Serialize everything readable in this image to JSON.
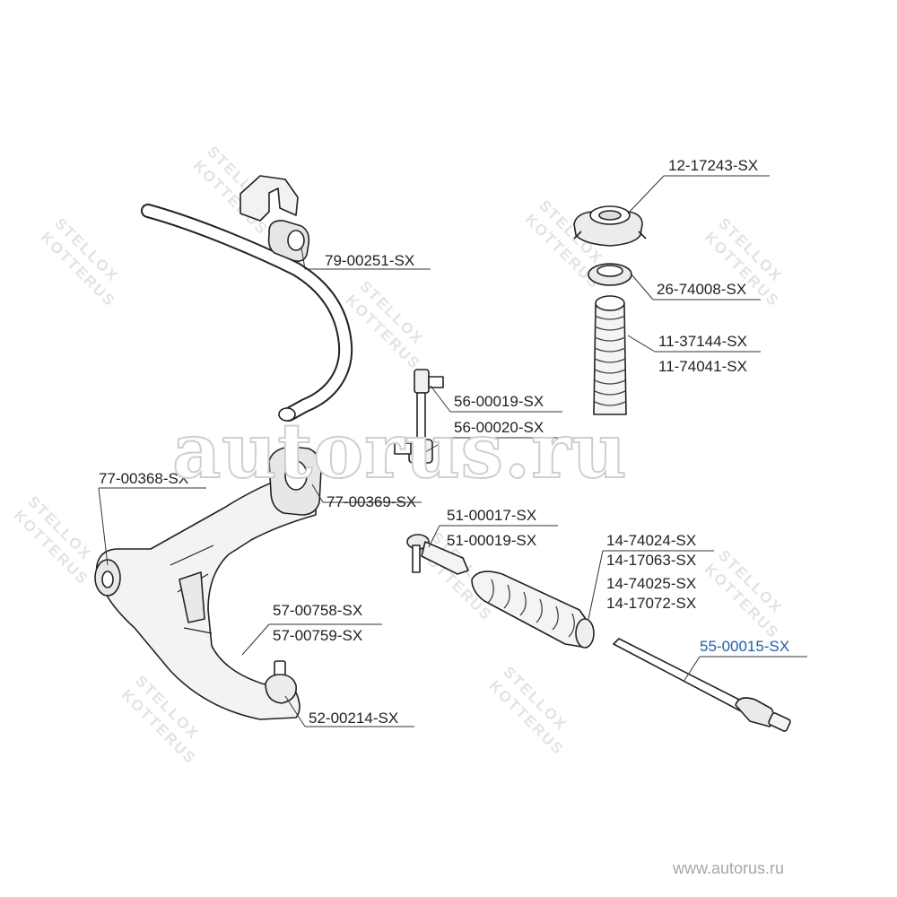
{
  "watermark": {
    "brand_a": "STELLOX",
    "brand_b": "KOTTERUS"
  },
  "overlay_watermark": "autorus.ru",
  "footer_url": "www.autorus.ru",
  "highlight_color": "#1f5fa8",
  "labels": {
    "p1": "12-17243-SX",
    "p2": "79-00251-SX",
    "p3": "26-74008-SX",
    "p4": "11-37144-SX",
    "p5": "11-74041-SX",
    "p6": "56-00019-SX",
    "p7": "56-00020-SX",
    "p8": "77-00368-SX",
    "p9": "77-00369-SX",
    "p10": "51-00017-SX",
    "p11": "51-00019-SX",
    "p12": "14-74024-SX",
    "p13": "14-17063-SX",
    "p14": "14-74025-SX",
    "p15": "14-17072-SX",
    "p16": "57-00758-SX",
    "p17": "57-00759-SX",
    "p18": "55-00015-SX",
    "p19": "52-00214-SX"
  }
}
